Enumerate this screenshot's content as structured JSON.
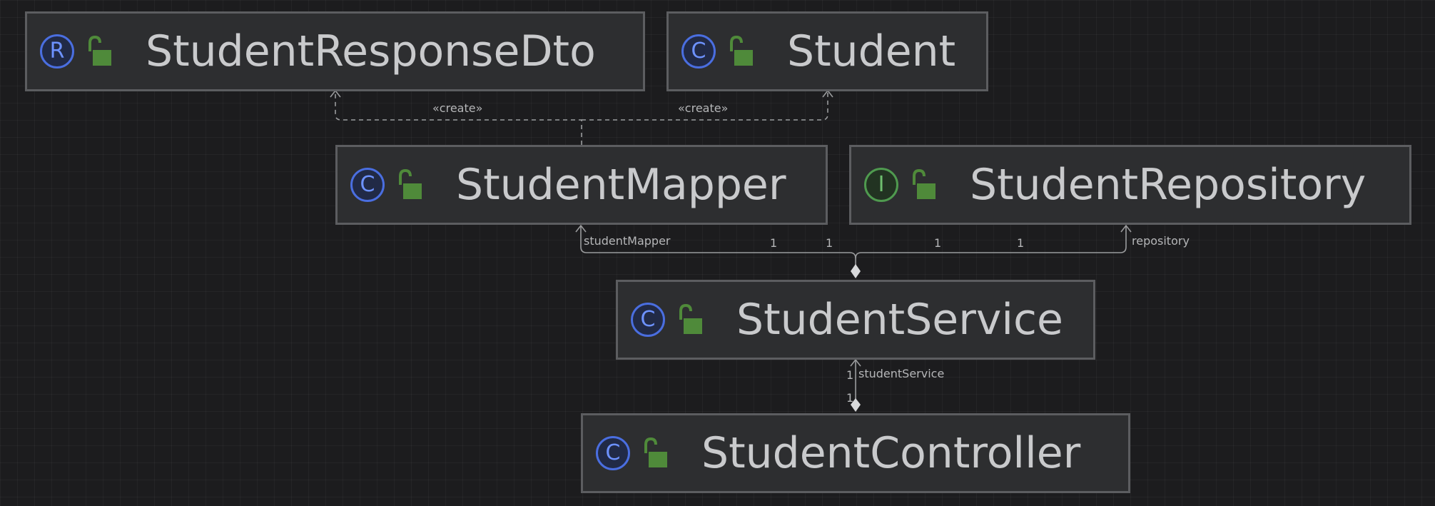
{
  "nodes": {
    "student_response_dto": {
      "name": "StudentResponseDto",
      "kind": "R"
    },
    "student": {
      "name": "Student",
      "kind": "C"
    },
    "student_mapper": {
      "name": "StudentMapper",
      "kind": "C"
    },
    "student_repository": {
      "name": "StudentRepository",
      "kind": "I"
    },
    "student_service": {
      "name": "StudentService",
      "kind": "C"
    },
    "student_controller": {
      "name": "StudentController",
      "kind": "C"
    }
  },
  "edges": {
    "create_left": "«create»",
    "create_right": "«create»",
    "mapper_role": "studentMapper",
    "mapper_mult_1": "1",
    "mapper_mult_2": "1",
    "repo_mult_1": "1",
    "repo_mult_2": "1",
    "repo_role": "repository",
    "service_mult_1": "1",
    "service_role": "studentService",
    "service_mult_2": "1"
  },
  "colors": {
    "background": "#1c1c1e",
    "node_fill": "#2d2e30",
    "node_border": "#5c5d60",
    "class_badge": "#4a6ee0",
    "interface_badge": "#4f9a4f",
    "lock": "#4f8a3a",
    "edge_line": "#9a9b9d"
  },
  "icons": {
    "class_badge": "class-c-icon",
    "record_badge": "record-r-icon",
    "interface_badge": "interface-i-icon",
    "visibility": "unlocked-padlock-icon"
  }
}
